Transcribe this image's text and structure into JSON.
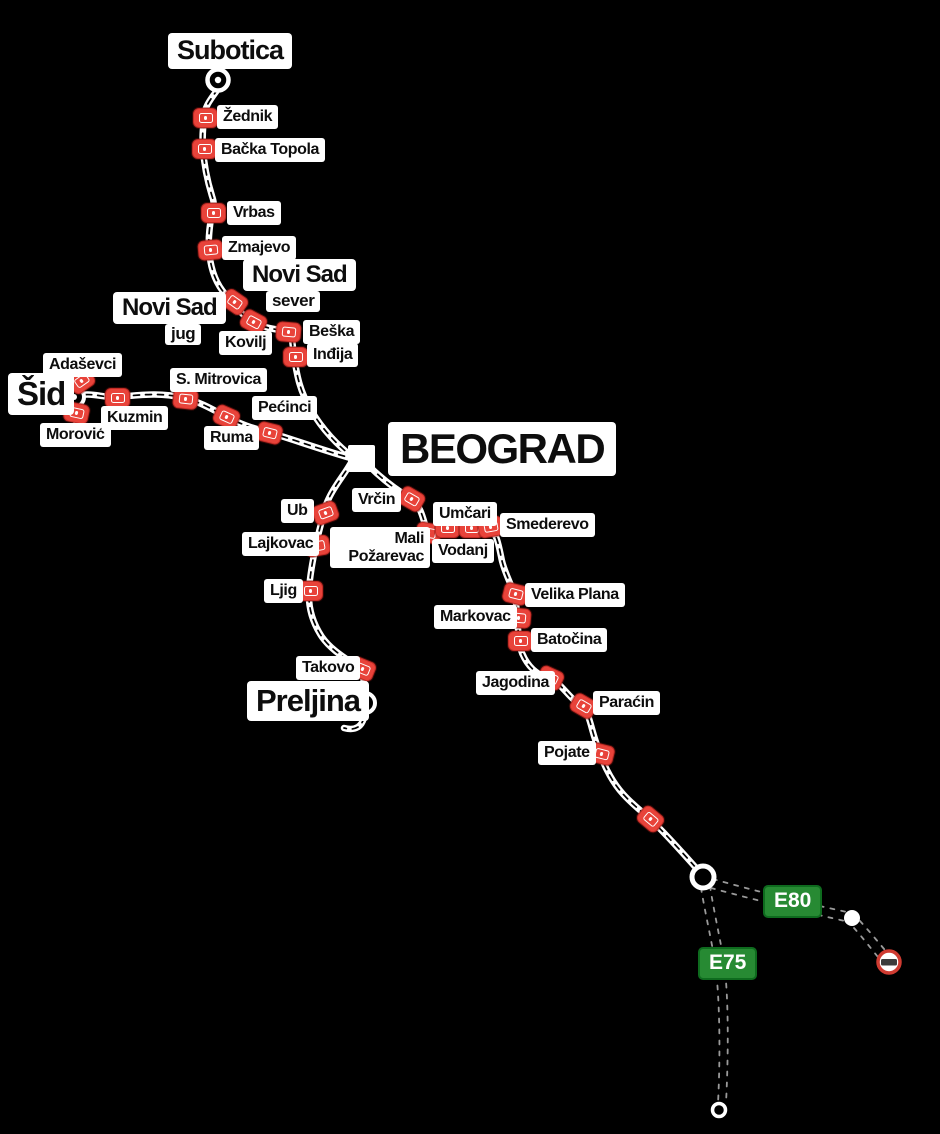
{
  "map": {
    "background": "#000000",
    "road_color": "#ffffff",
    "station_icon_color": "#e8433a",
    "euro_route_badge_color": "#278a33",
    "border_icon_color": "#cf3b31"
  },
  "cities": {
    "subotica": {
      "label": "Subotica"
    },
    "novi_sad_sever": {
      "label": "Novi Sad",
      "sublabel": "sever"
    },
    "novi_sad_jug": {
      "label": "Novi Sad",
      "sublabel": "jug"
    },
    "sid": {
      "label": "Šid"
    },
    "beograd": {
      "label": "BEOGRAD"
    },
    "preljina": {
      "label": "Preljina"
    }
  },
  "stations": [
    {
      "id": "zednik",
      "label": "Žednik"
    },
    {
      "id": "backa-topola",
      "label": "Bačka Topola"
    },
    {
      "id": "vrbas",
      "label": "Vrbas"
    },
    {
      "id": "zmajevo",
      "label": "Zmajevo"
    },
    {
      "id": "kovilj",
      "label": "Kovilj"
    },
    {
      "id": "beska",
      "label": "Beška"
    },
    {
      "id": "indjija",
      "label": "Inđija"
    },
    {
      "id": "adasevci",
      "label": "Adaševci"
    },
    {
      "id": "morovic",
      "label": "Morović"
    },
    {
      "id": "kuzmin",
      "label": "Kuzmin"
    },
    {
      "id": "s-mitrovica",
      "label": "S. Mitrovica"
    },
    {
      "id": "ruma",
      "label": "Ruma"
    },
    {
      "id": "pecinci",
      "label": "Pećinci"
    },
    {
      "id": "vrcin",
      "label": "Vrčin"
    },
    {
      "id": "mali-pozarevac",
      "label": "Mali Požarevac"
    },
    {
      "id": "umcari",
      "label": "Umčari"
    },
    {
      "id": "vodanj",
      "label": "Vodanj"
    },
    {
      "id": "smederevo",
      "label": "Smederevo"
    },
    {
      "id": "ub",
      "label": "Ub"
    },
    {
      "id": "lajkovac",
      "label": "Lajkovac"
    },
    {
      "id": "ljig",
      "label": "Ljig"
    },
    {
      "id": "takovo",
      "label": "Takovo"
    },
    {
      "id": "velika-plana",
      "label": "Velika Plana"
    },
    {
      "id": "markovac",
      "label": "Markovac"
    },
    {
      "id": "batocina",
      "label": "Batočina"
    },
    {
      "id": "jagodina",
      "label": "Jagodina"
    },
    {
      "id": "paracin",
      "label": "Paraćin"
    },
    {
      "id": "pojate",
      "label": "Pojate"
    }
  ],
  "euro_routes": {
    "e80": "E80",
    "e75": "E75"
  }
}
